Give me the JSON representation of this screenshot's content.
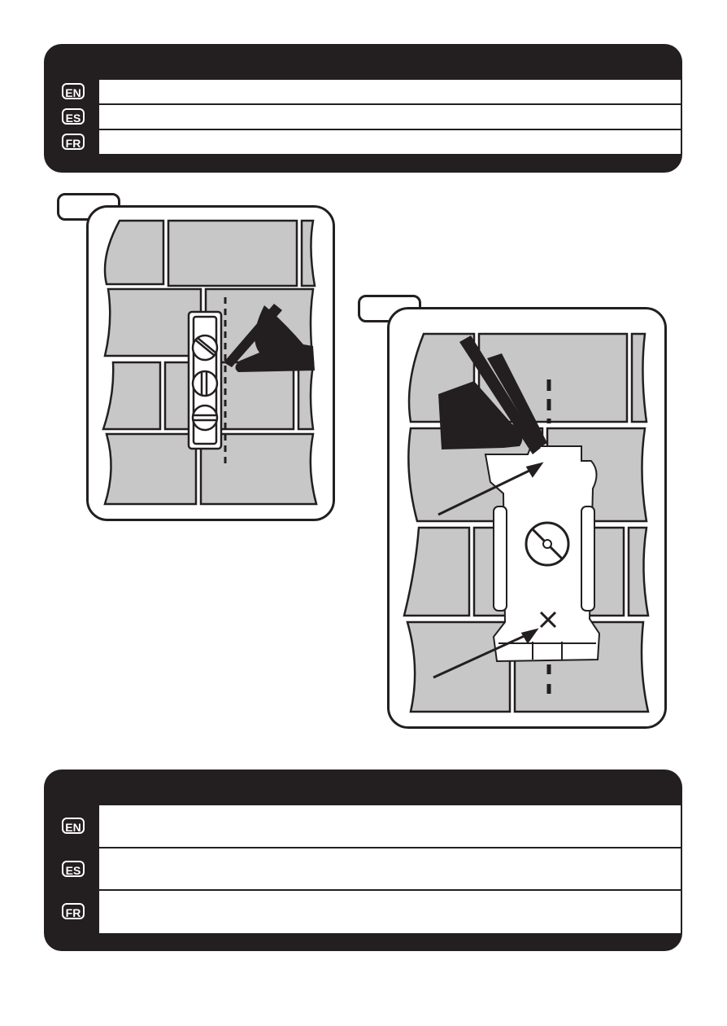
{
  "top_table": {
    "title": "",
    "languages": [
      {
        "code": "EN",
        "text": ""
      },
      {
        "code": "ES",
        "text": ""
      },
      {
        "code": "FR",
        "text": ""
      }
    ]
  },
  "figure_1": {
    "label": ""
  },
  "figure_2": {
    "label": ""
  },
  "bottom_table": {
    "title": "",
    "languages": [
      {
        "code": "EN",
        "text": ""
      },
      {
        "code": "ES",
        "text": ""
      },
      {
        "code": "FR",
        "text": ""
      }
    ]
  },
  "colors": {
    "ink": "#231f20",
    "brick": "#c7c7c7",
    "paper": "#ffffff"
  }
}
